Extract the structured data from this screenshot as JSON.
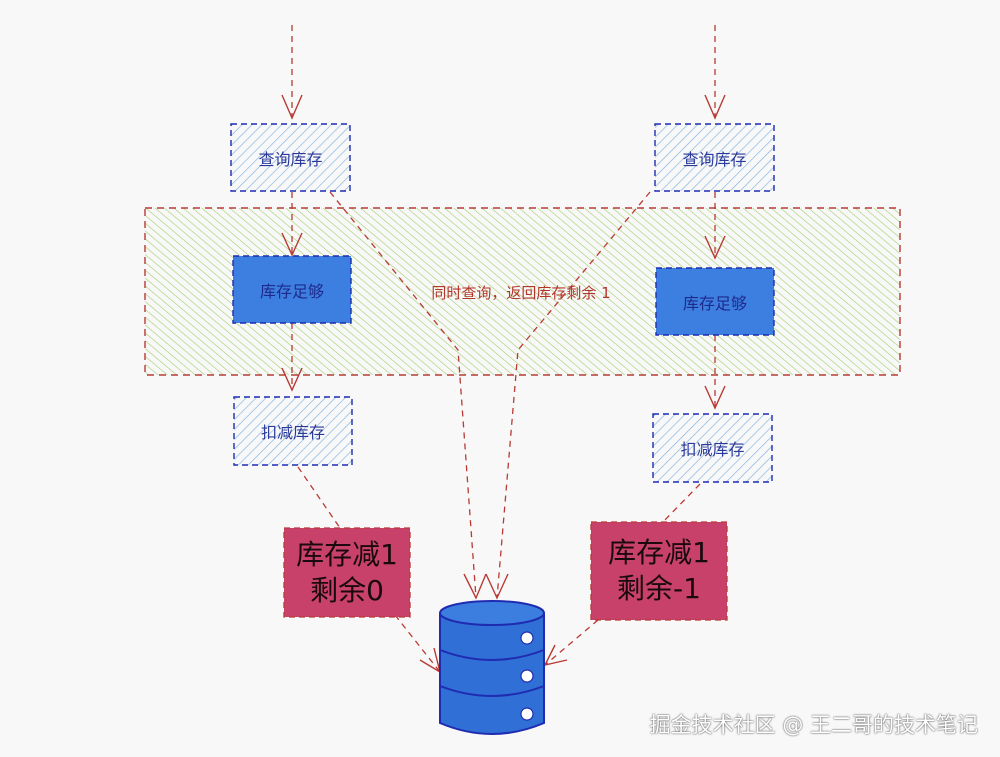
{
  "colors": {
    "arrow": "#b83a34",
    "blue_stroke": "#1f2bb0",
    "blue_fill": "#3d7fe0",
    "hatch_blue": "#6fa8dc",
    "zone_hatch": "#8cc63f",
    "zone_border": "#b83a34",
    "red_fill": "#c8416a",
    "db_fill": "#2f6fd6"
  },
  "left_flow": {
    "query": "查询库存",
    "enough": "库存足够",
    "deduct": "扣减库存"
  },
  "right_flow": {
    "query": "查询库存",
    "enough": "库存足够",
    "deduct": "扣减库存"
  },
  "zone_label": "同时查询，返回库存剩余 1",
  "result_left": {
    "line1": "库存减1",
    "line2": "剩余0"
  },
  "result_right": {
    "line1": "库存减1",
    "line2": "剩余-1"
  },
  "watermark": "掘金技术社区 @ 王二哥的技术笔记",
  "database_icon": "database-cylinder-icon"
}
